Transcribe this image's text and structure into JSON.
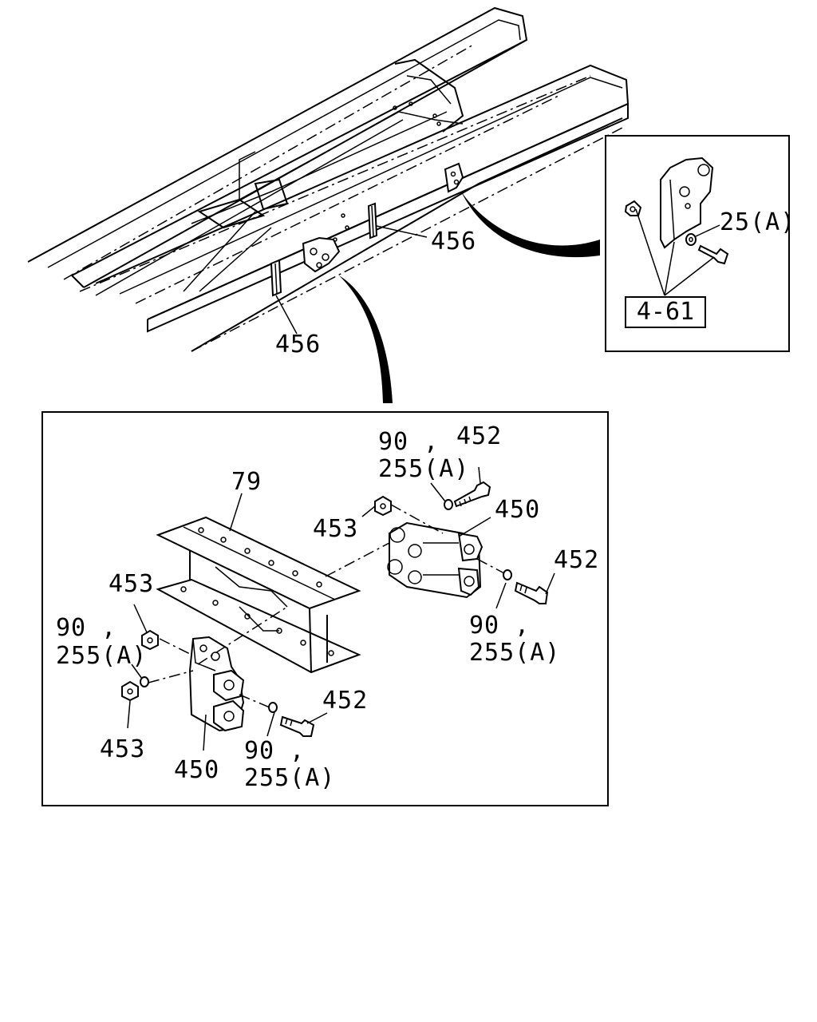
{
  "callouts": {
    "crossmember_456_upper": "456",
    "crossmember_456_lower": "456",
    "washer_25a_inset": "25(A)",
    "reference_4_61": "4-61",
    "crossmember_79": "79",
    "washer_90_top_a": "90 ,",
    "washer_255a_top_a": "255(A)",
    "bolt_452_top": "452",
    "bracket_450_right": "450",
    "nut_453_center": "453",
    "bolt_452_right": "452",
    "washer_90_right": "90 ,",
    "washer_255a_right": "255(A)",
    "nut_453_left_upper": "453",
    "washer_90_left": "90 ,",
    "washer_255a_left": "255(A)",
    "nut_453_left_lower": "453",
    "bolt_452_bottom": "452",
    "washer_90_bottom": "90 ,",
    "washer_255a_bottom": "255(A)",
    "bracket_450_left": "450"
  }
}
